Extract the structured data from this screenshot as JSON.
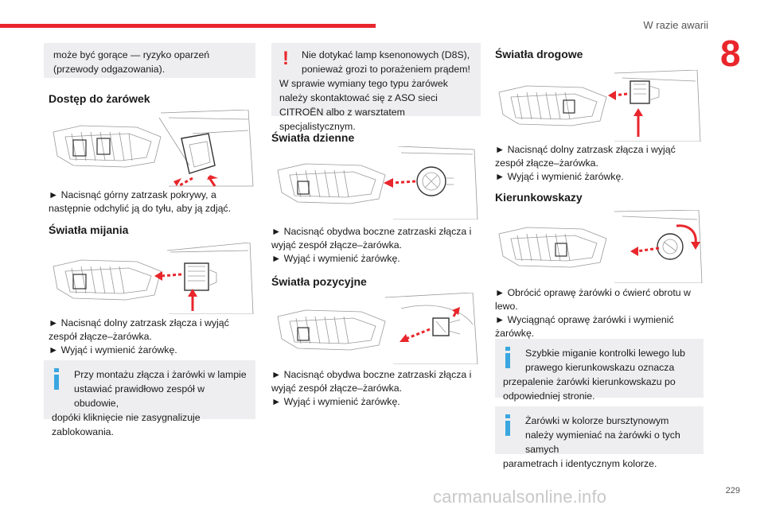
{
  "header": {
    "section": "W razie awarii",
    "chapter": "8"
  },
  "col1": {
    "box_top": "może być gorące — ryzyko oparzeń (przewody odgazowania).",
    "h_access": "Dostęp do żarówek",
    "p_access": "► Nacisnąć górny zatrzask pokrywy, a następnie odchylić ją do tyłu, aby ją zdjąć.",
    "h_low": "Światła mijania",
    "p_low_1": "► Nacisnąć dolny zatrzask złącza i wyjąć zespół złącze–żarówka.",
    "p_low_2": "► Wyjąć i wymienić żarówkę.",
    "info_1": "Przy montażu złącza i żarówki w lampie ustawiać prawidłowo zespół w obudowie,",
    "info_1_rest": "dopóki kliknięcie nie zasygnalizuje zablokowania."
  },
  "col2": {
    "warn": "Nie dotykać lamp ksenonowych (D8S), ponieważ grozi to porażeniem prądem!",
    "warn_rest": "W sprawie wymiany tego typu żarówek należy skontaktować się z ASO sieci CITROËN albo z warsztatem specjalistycznym.",
    "h_drl": "Światła dzienne",
    "p_drl_1": "► Nacisnąć obydwa boczne zatrzaski złącza i wyjąć zespół złącze–żarówka.",
    "p_drl_2": "► Wyjąć i wymienić żarówkę.",
    "h_pos": "Światła pozycyjne",
    "p_pos_1": "► Nacisnąć obydwa boczne zatrzaski złącza i wyjąć zespół złącze–żarówka.",
    "p_pos_2": "► Wyjąć i wymienić żarówkę."
  },
  "col3": {
    "h_high": "Światła drogowe",
    "p_high_1": "► Nacisnąć dolny zatrzask złącza i wyjąć zespół złącze–żarówka.",
    "p_high_2": "► Wyjąć i wymienić żarówkę.",
    "h_ind": "Kierunkowskazy",
    "p_ind_1": "► Obrócić oprawę żarówki o ćwierć obrotu w lewo.",
    "p_ind_2": "► Wyciągnąć oprawę żarówki i wymienić żarówkę.",
    "info_2": "Szybkie miganie kontrolki lewego lub prawego kierunkowskazu oznacza",
    "info_2_rest": "przepalenie żarówki kierunkowskazu po odpowiedniej stronie.",
    "info_3": "Żarówki w kolorze bursztynowym należy wymieniać na żarówki o tych samych",
    "info_3_rest": "parametrach i identycznym kolorze."
  },
  "footer": {
    "page": "229",
    "watermark": "carmanualsonline.info"
  },
  "colors": {
    "accent": "#e8262c",
    "info": "#3aa7e0",
    "box": "#eeeef0"
  }
}
